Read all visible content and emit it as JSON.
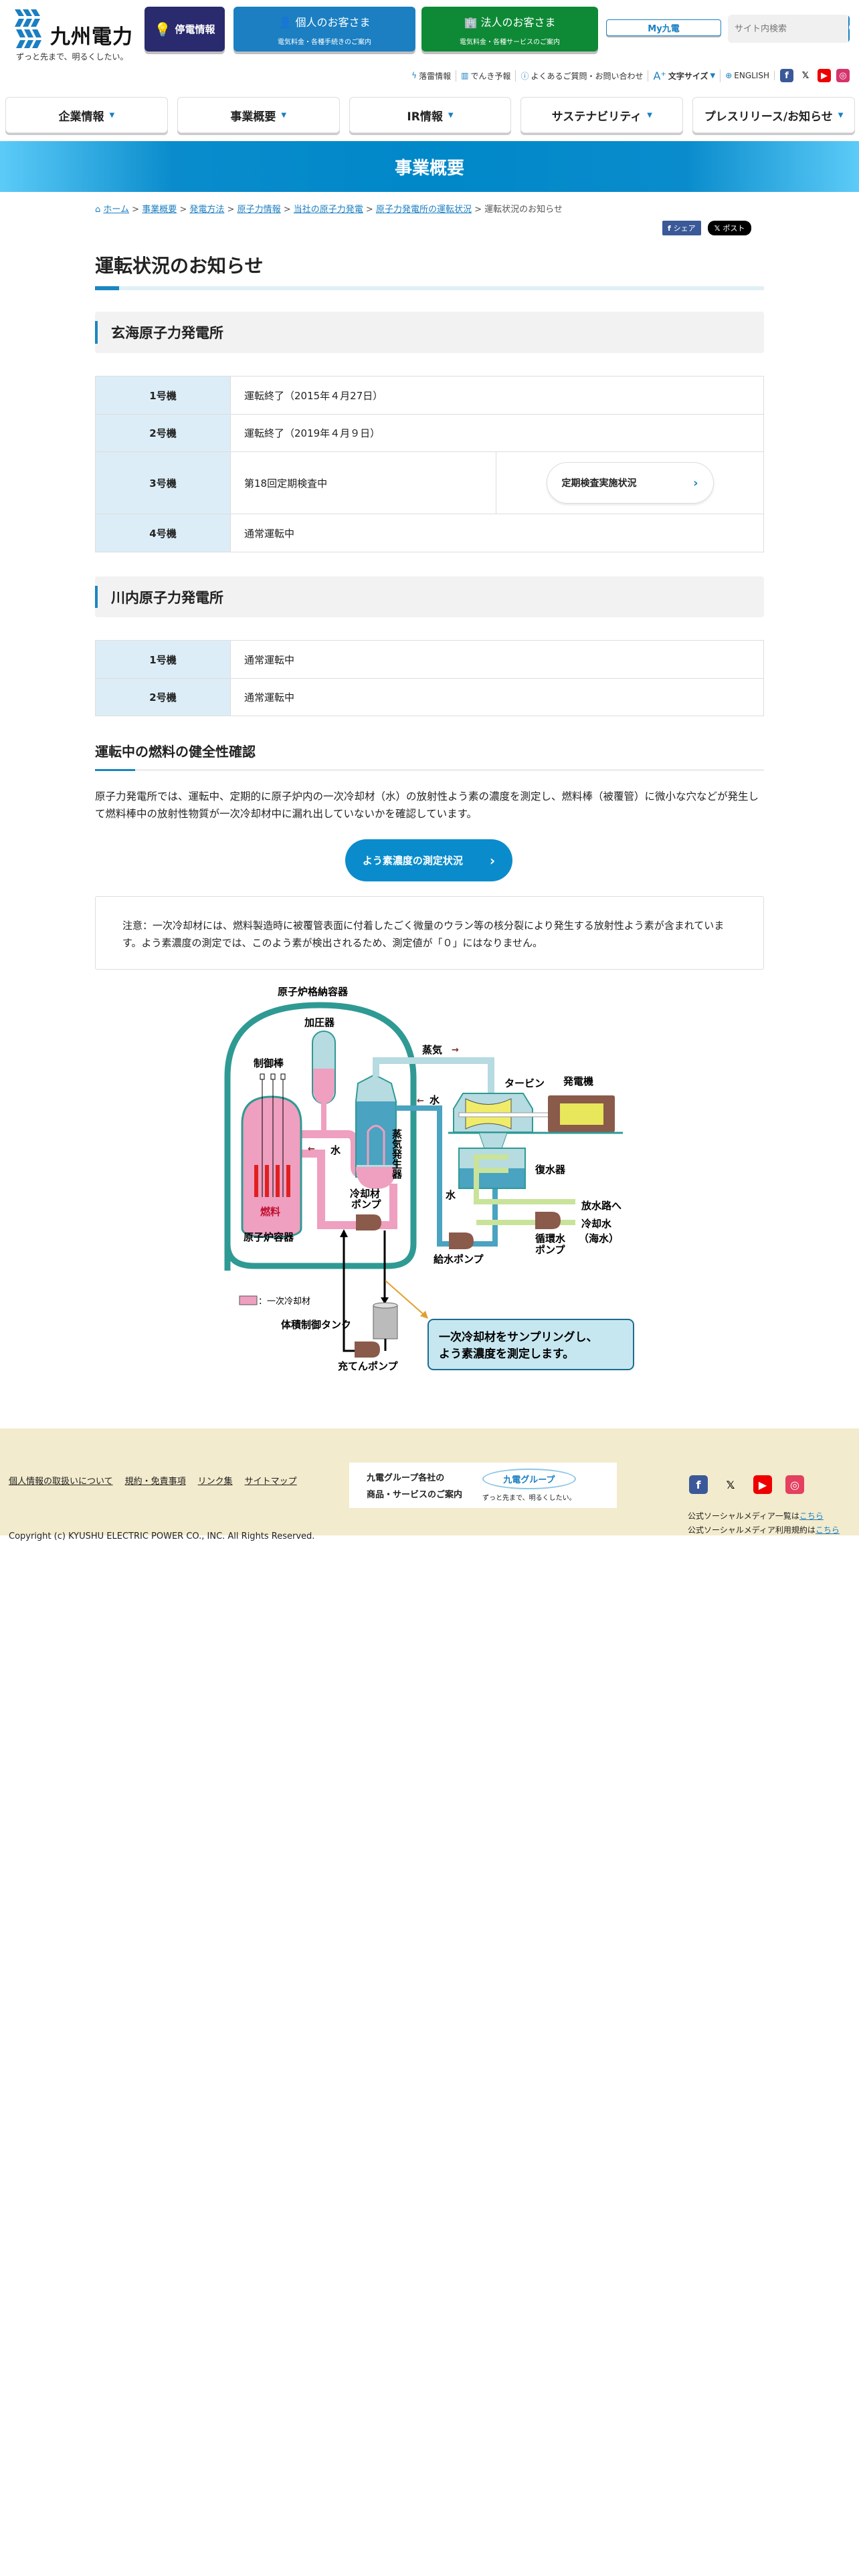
{
  "header": {
    "logo_name": "九州電力",
    "logo_tagline": "ずっと先まで、明るくしたい。",
    "outage_label": "停電情報",
    "personal": {
      "title": "個人のお客さま",
      "sub": "電気料金・各種手続きのご案内"
    },
    "corporate": {
      "title": "法人のお客さま",
      "sub": "電気料金・各種サービスのご案内"
    },
    "my_label": "My九電",
    "search_placeholder": "サイト内検索",
    "utility": [
      "落雷情報",
      "でんき予報",
      "よくあるご質問・お問い合わせ",
      "文字サイズ",
      "ENGLISH"
    ],
    "social": [
      "facebook-icon",
      "x-icon",
      "youtube-icon",
      "instagram-icon"
    ]
  },
  "nav": [
    "企業情報",
    "事業概要",
    "IR情報",
    "サステナビリティ",
    "プレスリリース/お知らせ"
  ],
  "banner_title": "事業概要",
  "breadcrumb": [
    "ホーム",
    "事業概要",
    "発電方法",
    "原子力情報",
    "当社の原子力発電",
    "原子力発電所の運転状況",
    "運転状況のお知らせ"
  ],
  "share": {
    "facebook": "シェア",
    "x": "ポスト"
  },
  "page_title": "運転状況のお知らせ",
  "genkai": {
    "heading": "玄海原子力発電所",
    "rows": [
      {
        "unit": "1号機",
        "status": "運転終了（2015年４月27日）"
      },
      {
        "unit": "2号機",
        "status": "運転終了（2019年４月９日）"
      },
      {
        "unit": "3号機",
        "status": "第18回定期検査中",
        "link": "定期検査実施状況"
      },
      {
        "unit": "4号機",
        "status": "通常運転中"
      }
    ]
  },
  "sendai": {
    "heading": "川内原子力発電所",
    "rows": [
      {
        "unit": "1号機",
        "status": "通常運転中"
      },
      {
        "unit": "2号機",
        "status": "通常運転中"
      }
    ]
  },
  "fuel": {
    "heading": "運転中の燃料の健全性確認",
    "paragraph": "原子力発電所では、運転中、定期的に原子炉内の一次冷却材（水）の放射性よう素の濃度を測定し、燃料棒（被覆管）に微小な穴などが発生して燃料棒中の放射性物質が一次冷却材中に漏れ出していないかを確認しています。",
    "button": "よう素濃度の測定状況",
    "note": "注意：一次冷却材には、燃料製造時に被覆管表面に付着したごく微量のウラン等の核分裂により発生する放射性よう素が含まれています。よう素濃度の測定では、このよう素が検出されるため、測定値が「０」にはなりません。"
  },
  "diagram": {
    "containment": "原子炉格納容器",
    "pressurizer": "加圧器",
    "control_rod": "制御棒",
    "steam": "蒸気",
    "water": "水",
    "steam_generator": "蒸気発生器",
    "turbine": "タービン",
    "generator": "発電機",
    "condenser": "復水器",
    "fuel": "燃料",
    "reactor_vessel": "原子炉容器",
    "coolant_pump": [
      "冷却材",
      "ポンプ"
    ],
    "feed_pump": "給水ポンプ",
    "circ_pump": [
      "循環水",
      "ポンプ"
    ],
    "discharge": "放水路へ",
    "cooling_water": [
      "冷却水",
      "（海水）"
    ],
    "legend": "：一次冷却材",
    "vct": "体積制御タンク",
    "charging_pump": "充てんポンプ",
    "callout": [
      "一次冷却材をサンプリングし、",
      "よう素濃度を測定します。"
    ],
    "colors": {
      "containment": "#2f9a94",
      "primary": "#ef9fbf",
      "steam": "#b6dbe0",
      "water": "#4aa3c0",
      "pump": "#8a5a4a"
    }
  },
  "footer": {
    "links": [
      "個人情報の取扱いについて",
      "規約・免責事項",
      "リンク集",
      "サイトマップ"
    ],
    "group_text": [
      "九電グループ各社の",
      "商品・サービスのご案内"
    ],
    "group_logo": "九電グループ",
    "group_tagline": "ずっと先まで、明るくしたい。",
    "social_list": "公式ソーシャルメディア一覧は",
    "social_terms": "公式ソーシャルメディア利用規約は",
    "here": "こちら",
    "copyright": "Copyright (c) KYUSHU ELECTRIC POWER CO., INC. All Rights Reserved."
  }
}
